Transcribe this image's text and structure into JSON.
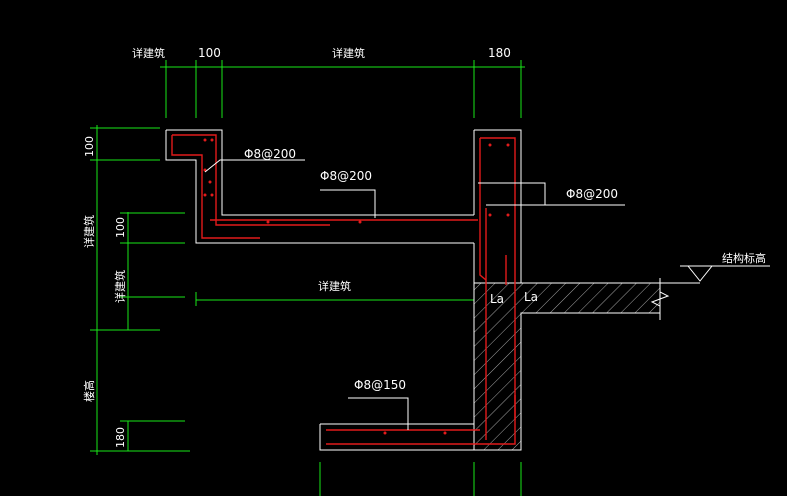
{
  "labels": {
    "top_dim_left": "详建筑",
    "top_dim_100": "100",
    "top_dim_mid": "详建筑",
    "top_dim_180": "180",
    "left_dim_100a": "100",
    "left_dim_jianzhu1": "详建筑",
    "left_dim_100b": "100",
    "left_dim_jianzhu2": "详建筑",
    "left_dim_height": "楼高",
    "left_dim_180": "180",
    "mid_dim_jianzhu": "详建筑",
    "rebar_top_left": "Φ8@200",
    "rebar_top_mid": "Φ8@200",
    "rebar_right": "Φ8@200",
    "rebar_bottom": "Φ8@150",
    "anchor_la1": "La",
    "anchor_la2": "La",
    "struct_elev": "结构标高"
  },
  "colors": {
    "background": "#000000",
    "dimension_lines": "#19e619",
    "concrete_outline": "#ffffff",
    "rebar": "#e11b1b",
    "text": "#ffffff"
  }
}
